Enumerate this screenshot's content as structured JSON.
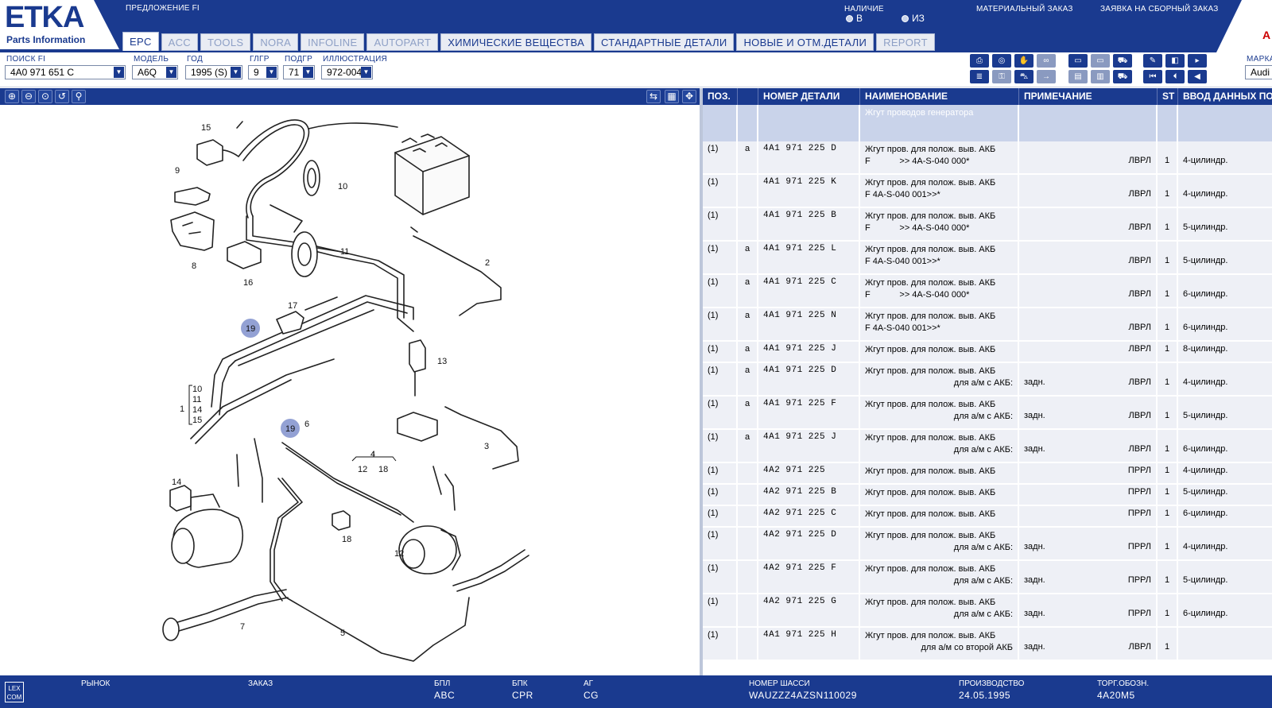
{
  "header": {
    "logo": "ETKA",
    "logo_subtitle": "Parts Information",
    "offer_label": "ПРЕДЛОЖЕНИЕ FI",
    "availability_label": "НАЛИЧИЕ",
    "radio_b": "В",
    "radio_from": "ИЗ",
    "material_order": "МАТЕРИАЛЬНЫЙ ЗАКАЗ",
    "assembly_order": "ЗАЯВКА НА СБОРНЫЙ ЗАКАЗ",
    "brand_mark": "A"
  },
  "tabs": [
    {
      "label": "EPC",
      "active": true
    },
    {
      "label": "ACC"
    },
    {
      "label": "TOOLS"
    },
    {
      "label": "NORA"
    },
    {
      "label": "INFOLINE"
    },
    {
      "label": "AUTOPART"
    },
    {
      "label": "ХИМИЧЕСКИЕ ВЕЩЕСТВА"
    },
    {
      "label": "СТАНДАРТНЫЕ ДЕТАЛИ"
    },
    {
      "label": "НОВЫЕ И ОТМ.ДЕТАЛИ"
    },
    {
      "label": "REPORT"
    }
  ],
  "filters": {
    "search_label": "ПОИСК FI",
    "search_value": "4A0 971 651 C",
    "model_label": "МОДЕЛЬ",
    "model_value": "A6Q",
    "year_label": "ГОД",
    "year_value": "1995 (S)",
    "mgroup_label": "ГЛГР",
    "mgroup_value": "9",
    "sgroup_label": "ПОДГР",
    "sgroup_value": "71",
    "illustration_label": "ИЛЛЮСТРАЦИЯ",
    "illustration_value": "972-004",
    "brand_label": "МАРКА",
    "brand_value": "Audi"
  },
  "table": {
    "headers": [
      "ПОЗ.",
      "",
      "НОМЕР ДЕТАЛИ",
      "НАИМЕНОВАНИЕ",
      "ПРИМЕЧАНИЕ",
      "ST",
      "ВВОД ДАННЫХ ПО М"
    ],
    "group_title": "Жгут проводов генератора",
    "rows": [
      {
        "pos": "(1)",
        "a": "a",
        "part": "4A1 971 225 D",
        "name1": "Жгут пров. для полож. выв. АКБ",
        "name2": "F            >> 4A-S-040 000*",
        "note": "",
        "code": "ЛВРЛ",
        "st": "1",
        "data": "4-цилиндр."
      },
      {
        "pos": "(1)",
        "a": "",
        "part": "4A1 971 225 K",
        "name1": "Жгут пров. для полож. выв. АКБ",
        "name2": "F 4A-S-040 001>>*",
        "note": "",
        "code": "ЛВРЛ",
        "st": "1",
        "data": "4-цилиндр."
      },
      {
        "pos": "(1)",
        "a": "",
        "part": "4A1 971 225 B",
        "name1": "Жгут пров. для полож. выв. АКБ",
        "name2": "F            >> 4A-S-040 000*",
        "note": "",
        "code": "ЛВРЛ",
        "st": "1",
        "data": "5-цилиндр."
      },
      {
        "pos": "(1)",
        "a": "a",
        "part": "4A1 971 225 L",
        "name1": "Жгут пров. для полож. выв. АКБ",
        "name2": "F 4A-S-040 001>>*",
        "note": "",
        "code": "ЛВРЛ",
        "st": "1",
        "data": "5-цилиндр."
      },
      {
        "pos": "(1)",
        "a": "a",
        "part": "4A1 971 225 C",
        "name1": "Жгут пров. для полож. выв. АКБ",
        "name2": "F            >> 4A-S-040 000*",
        "note": "",
        "code": "ЛВРЛ",
        "st": "1",
        "data": "6-цилиндр."
      },
      {
        "pos": "(1)",
        "a": "a",
        "part": "4A1 971 225 N",
        "name1": "Жгут пров. для полож. выв. АКБ",
        "name2": "F 4A-S-040 001>>*",
        "note": "",
        "code": "ЛВРЛ",
        "st": "1",
        "data": "6-цилиндр."
      },
      {
        "pos": "(1)",
        "a": "a",
        "part": "4A1 971 225 J",
        "name1": "Жгут пров. для полож. выв. АКБ",
        "name2": "",
        "note": "",
        "code": "ЛВРЛ",
        "st": "1",
        "data": "8-цилиндр."
      },
      {
        "pos": "(1)",
        "a": "a",
        "part": "4A1 971 225 D",
        "name1": "Жгут пров. для полож. выв. АКБ",
        "name2": "для а/м с АКБ:",
        "note": "задн.",
        "code": "ЛВРЛ",
        "st": "1",
        "data": "4-цилиндр."
      },
      {
        "pos": "(1)",
        "a": "a",
        "part": "4A1 971 225 F",
        "name1": "Жгут пров. для полож. выв. АКБ",
        "name2": "для а/м с АКБ:",
        "note": "задн.",
        "code": "ЛВРЛ",
        "st": "1",
        "data": "5-цилиндр."
      },
      {
        "pos": "(1)",
        "a": "a",
        "part": "4A1 971 225 J",
        "name1": "Жгут пров. для полож. выв. АКБ",
        "name2": "для а/м с АКБ:",
        "note": "задн.",
        "code": "ЛВРЛ",
        "st": "1",
        "data": "6-цилиндр."
      },
      {
        "pos": "(1)",
        "a": "",
        "part": "4A2 971 225",
        "name1": "Жгут пров. для полож. выв. АКБ",
        "name2": "",
        "note": "",
        "code": "ПРРЛ",
        "st": "1",
        "data": "4-цилиндр."
      },
      {
        "pos": "(1)",
        "a": "",
        "part": "4A2 971 225 B",
        "name1": "Жгут пров. для полож. выв. АКБ",
        "name2": "",
        "note": "",
        "code": "ПРРЛ",
        "st": "1",
        "data": "5-цилиндр."
      },
      {
        "pos": "(1)",
        "a": "",
        "part": "4A2 971 225 C",
        "name1": "Жгут пров. для полож. выв. АКБ",
        "name2": "",
        "note": "",
        "code": "ПРРЛ",
        "st": "1",
        "data": "6-цилиндр."
      },
      {
        "pos": "(1)",
        "a": "",
        "part": "4A2 971 225 D",
        "name1": "Жгут пров. для полож. выв. АКБ",
        "name2": "для а/м с АКБ:",
        "note": "задн.",
        "code": "ПРРЛ",
        "st": "1",
        "data": "4-цилиндр."
      },
      {
        "pos": "(1)",
        "a": "",
        "part": "4A2 971 225 F",
        "name1": "Жгут пров. для полож. выв. АКБ",
        "name2": "для а/м с АКБ:",
        "note": "задн.",
        "code": "ПРРЛ",
        "st": "1",
        "data": "5-цилиндр."
      },
      {
        "pos": "(1)",
        "a": "",
        "part": "4A2 971 225 G",
        "name1": "Жгут пров. для полож. выв. АКБ",
        "name2": "для а/м с АКБ:",
        "note": "задн.",
        "code": "ПРРЛ",
        "st": "1",
        "data": "6-цилиндр."
      },
      {
        "pos": "(1)",
        "a": "",
        "part": "4A1 971 225 H",
        "name1": "Жгут пров. для полож. выв. АКБ",
        "name2": "для а/м со второй АКБ",
        "note": "задн.",
        "code": "ЛВРЛ",
        "st": "1",
        "data": ""
      }
    ]
  },
  "diagram": {
    "callouts": [
      "15",
      "9",
      "8",
      "16",
      "10",
      "11",
      "2",
      "17",
      "19",
      "13",
      "10",
      "11",
      "14",
      "15",
      "1",
      "6",
      "19",
      "3",
      "4",
      "12",
      "18",
      "14",
      "18",
      "12",
      "7",
      "5"
    ]
  },
  "statusbar": {
    "logo": "LEX COM",
    "market_label": "РЫНОК",
    "order_label": "ЗАКАЗ",
    "bpl_label": "БПЛ",
    "bpl_value": "ABC",
    "bpk_label": "БПК",
    "bpk_value": "CPR",
    "ag_label": "АГ",
    "ag_value": "CG",
    "chassis_label": "НОМЕР ШАССИ",
    "chassis_value": "WAUZZZ4AZSN110029",
    "prod_label": "ПРОИЗВОДСТВО",
    "prod_value": "24.05.1995",
    "trade_label": "ТОРГ.ОБОЗН.",
    "trade_value": "4A20M5"
  },
  "icons": {
    "toolbar_row1": [
      "print-icon",
      "search-db-icon",
      "handshake-icon",
      "glasses-icon",
      "screen-icon",
      "screen-dim-icon",
      "cart-icon",
      "pin-icon",
      "prev-doc-icon",
      "next-doc-icon"
    ],
    "toolbar_row2": [
      "list-icon",
      "key-icon",
      "car-icon",
      "arrow-dim-icon",
      "card-icon",
      "doc-icon",
      "cart-add-icon",
      "first-icon",
      "back-icon",
      "prev-icon"
    ]
  }
}
